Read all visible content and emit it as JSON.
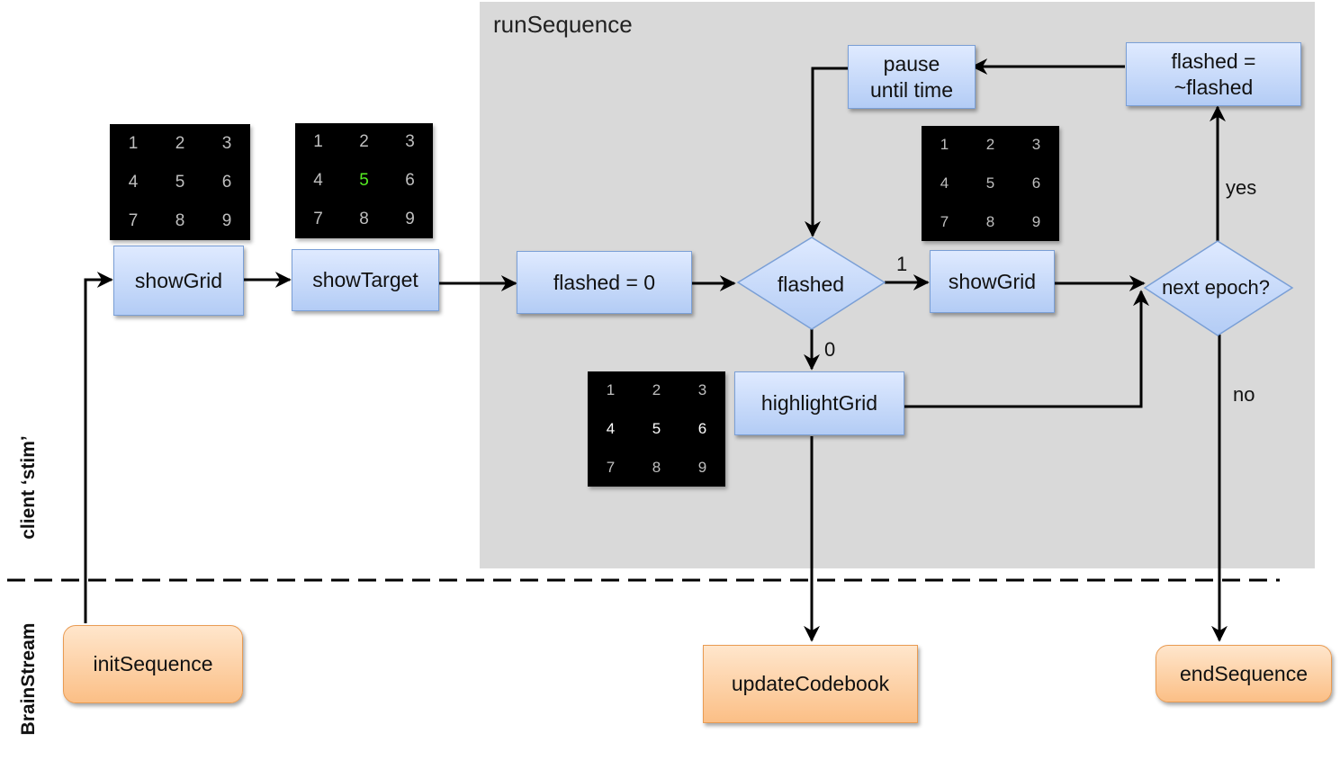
{
  "region": {
    "title": "runSequence"
  },
  "lanes": {
    "client": "client ‘stim’",
    "brainstream": "BrainStream"
  },
  "nodes": {
    "showGrid1": "showGrid",
    "showTarget": "showTarget",
    "flashed0": "flashed = 0",
    "flashedDecision": "flashed",
    "showGrid2": "showGrid",
    "nextEpoch": "next epoch?",
    "highlightGrid": "highlightGrid",
    "pause": {
      "line1": "pause",
      "line2": "until time"
    },
    "toggle": {
      "line1": "flashed =",
      "line2": "~flashed"
    },
    "initSequence": "initSequence",
    "updateCodebook": "updateCodebook",
    "endSequence": "endSequence"
  },
  "edges": {
    "one": "1",
    "zero": "0",
    "yes": "yes",
    "no": "no"
  },
  "grids": {
    "g1": {
      "cells": [
        "1",
        "2",
        "3",
        "4",
        "5",
        "6",
        "7",
        "8",
        "9"
      ],
      "highlight": []
    },
    "g2": {
      "cells": [
        "1",
        "2",
        "3",
        "4",
        "5",
        "6",
        "7",
        "8",
        "9"
      ],
      "highlight": [
        "5"
      ],
      "highlight_color": "#55ee22"
    },
    "g3": {
      "cells": [
        "1",
        "2",
        "3",
        "4",
        "5",
        "6",
        "7",
        "8",
        "9"
      ],
      "highlight": []
    },
    "g4": {
      "cells": [
        "1",
        "2",
        "3",
        "4",
        "5",
        "6",
        "7",
        "8",
        "9"
      ],
      "highlight": [
        "4",
        "5",
        "6"
      ],
      "highlight_color": "#ffffff"
    }
  },
  "colors": {
    "process": "#b3ccf5",
    "brainstream": "#fbbf86",
    "region": "#d9d9d9"
  }
}
